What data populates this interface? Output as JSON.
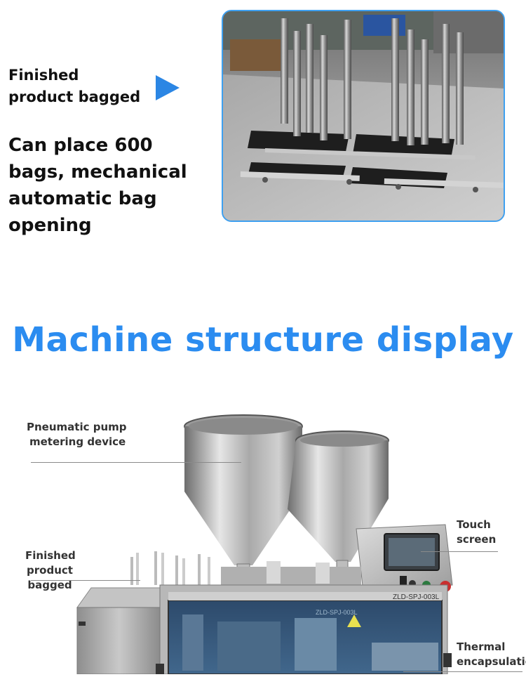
{
  "top": {
    "label_small_line1": "Finished",
    "label_small_line2": "product bagged",
    "label_big_line1": "Can place 600",
    "label_big_line2": "bags, mechanical",
    "label_big_line3": "automatic bag",
    "label_big_line4": "opening",
    "arrow_icon": "triangle-right-icon",
    "accent_color": "#2b86e4",
    "frame_color": "#3ea0f0"
  },
  "section": {
    "title": "Machine structure display",
    "title_color": "#2b8cf0"
  },
  "callouts": {
    "pump_line1": "Pneumatic pump",
    "pump_line2": "metering device",
    "bagged_line1": "Finished",
    "bagged_line2": "product",
    "bagged_line3": "bagged",
    "touch_line1": "Touch",
    "touch_line2": "screen",
    "thermal_line1": "Thermal",
    "thermal_line2": "encapsulation"
  },
  "machine": {
    "model_label": "ZLD-SPJ-003L",
    "model_label_window": "ZLD-SPJ-003L"
  }
}
